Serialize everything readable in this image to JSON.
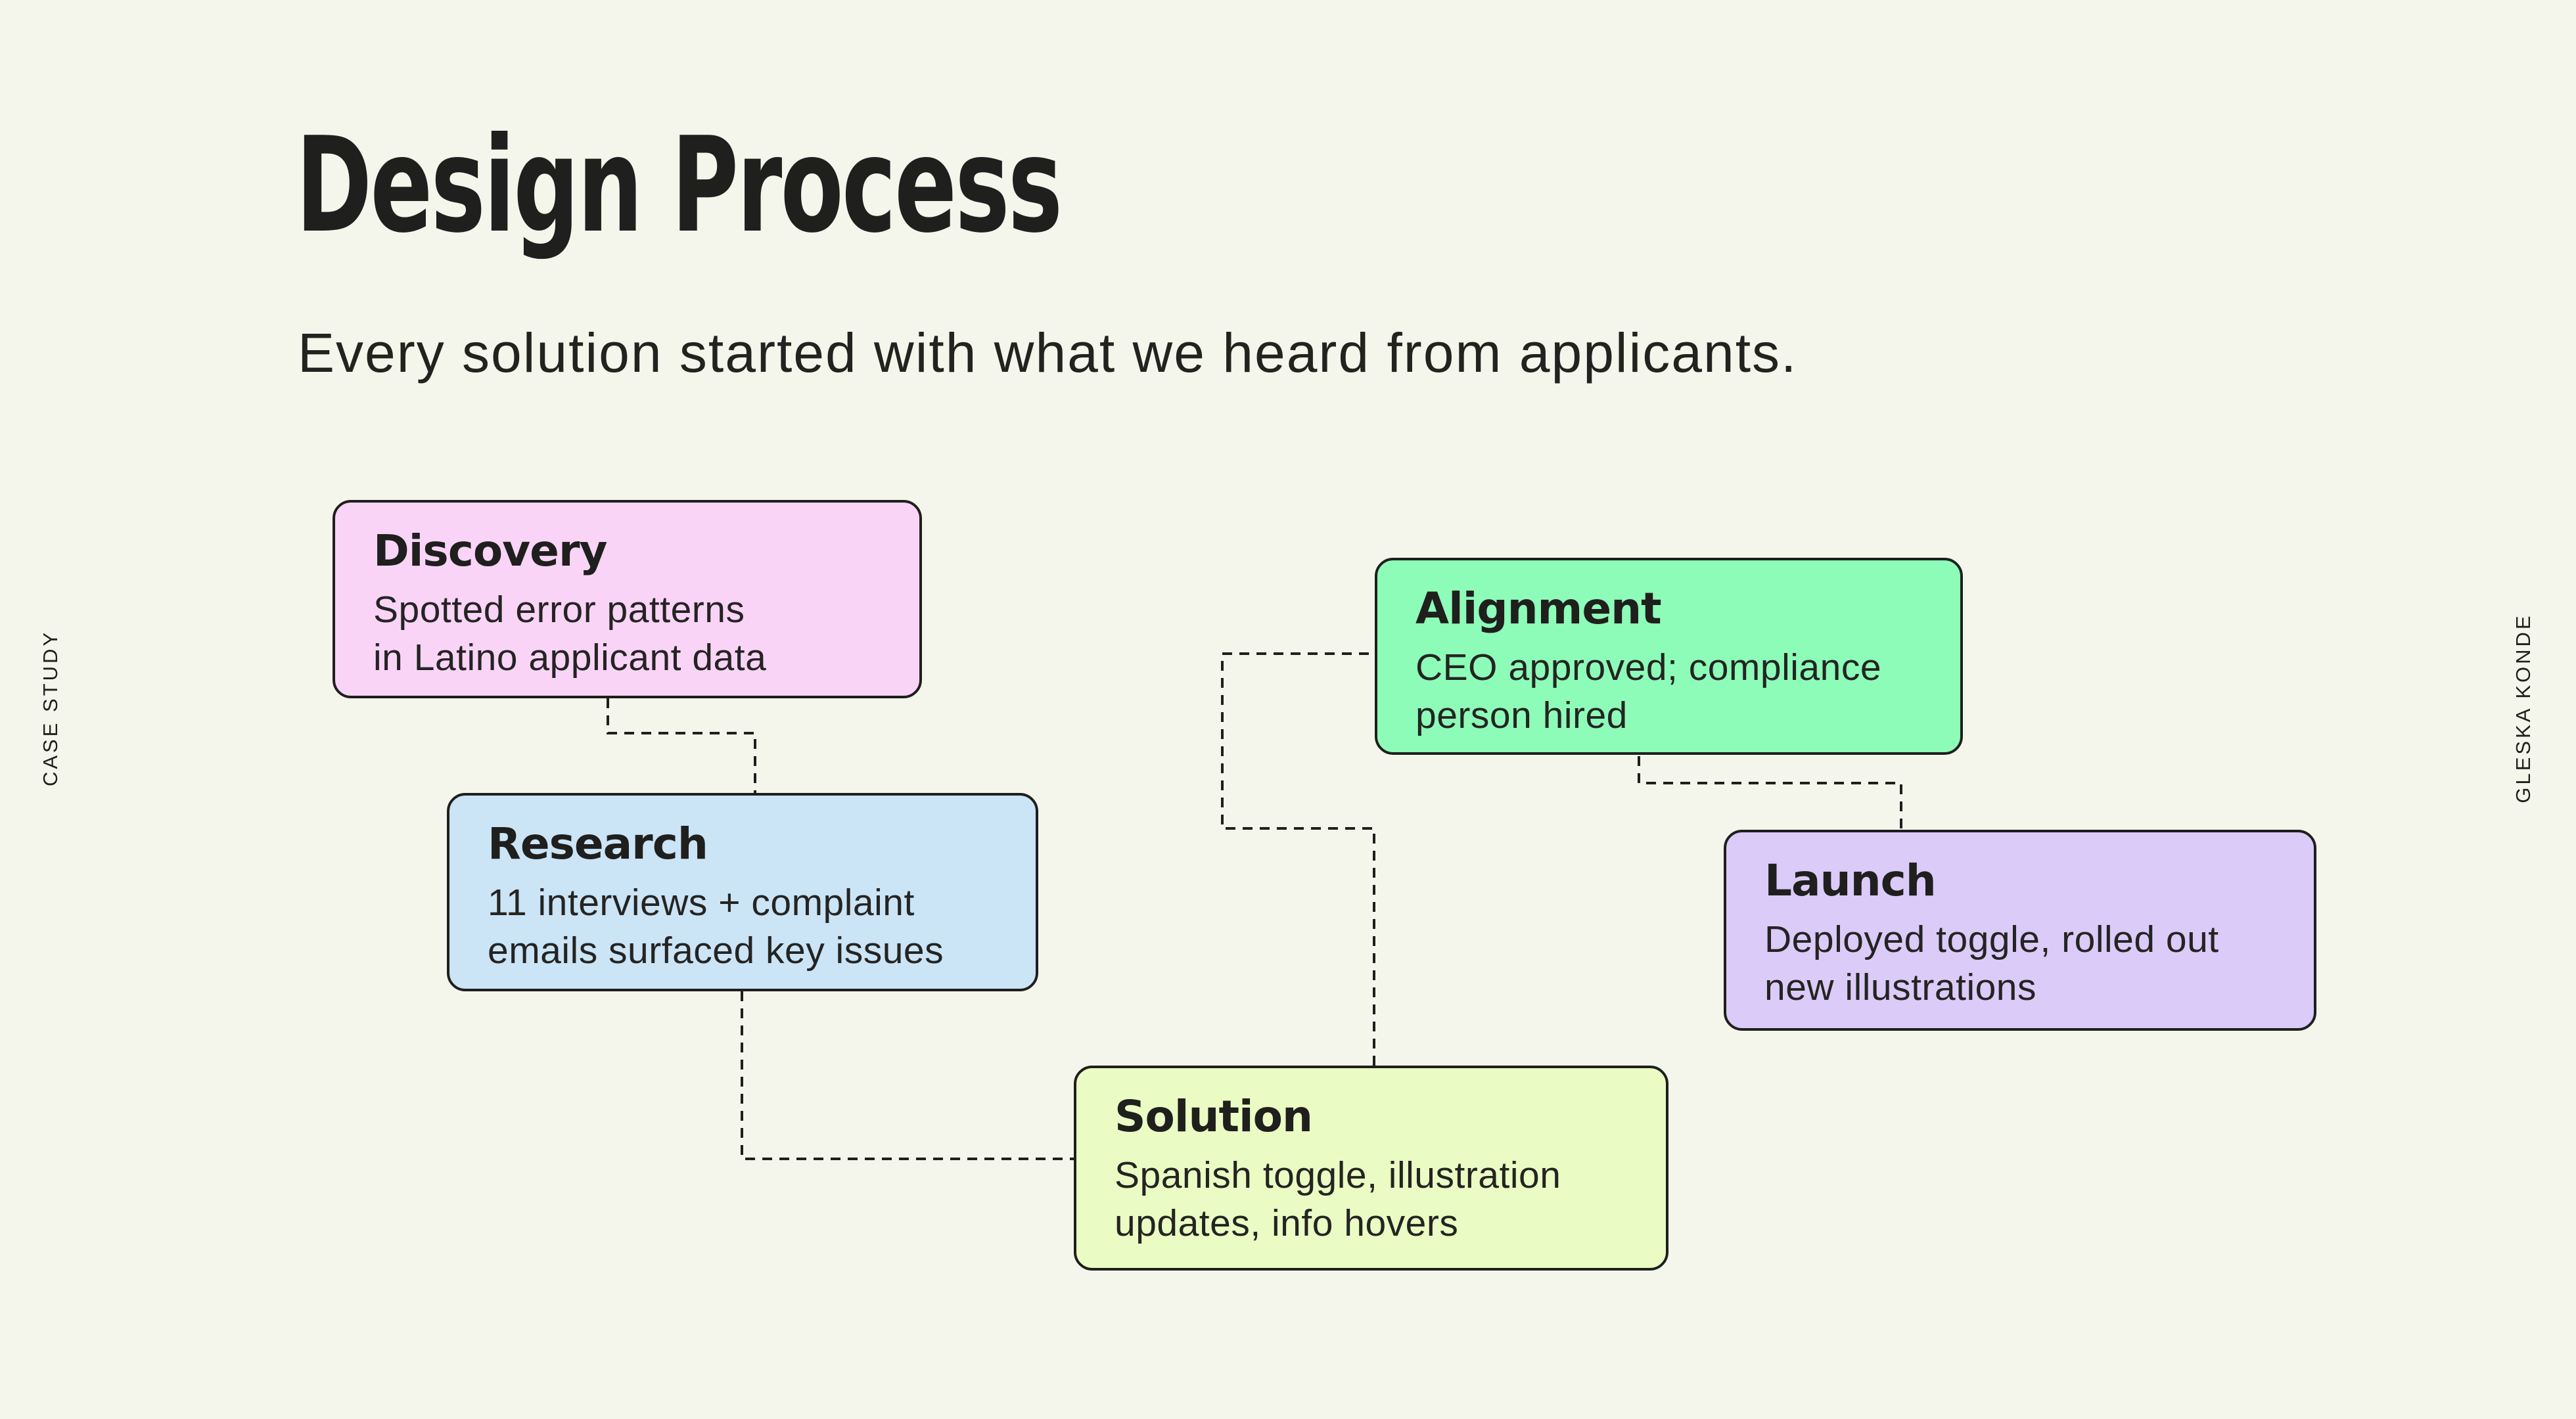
{
  "slide": {
    "title": "Design Process",
    "subtitle": "Every solution started with what we heard from applicants.",
    "side_label_left": "CASE STUDY",
    "side_label_right": "GLESKA KONDE"
  },
  "colors": {
    "background": "#f4f5eb",
    "ink": "#1f1f1e"
  },
  "steps": [
    {
      "title": "Discovery",
      "description": "Spotted error patterns\nin Latino applicant data",
      "fill": "#f9d4f7"
    },
    {
      "title": "Research",
      "description": "11 interviews + complaint\nemails surfaced key issues",
      "fill": "#cbe4f6"
    },
    {
      "title": "Solution",
      "description": "Spanish toggle, illustration\nupdates, info hovers",
      "fill": "#eafcc3"
    },
    {
      "title": "Alignment",
      "description": "CEO approved; compliance\nperson hired",
      "fill": "#8dfcb8"
    },
    {
      "title": "Launch",
      "description": "Deployed toggle, rolled out\nnew illustrations",
      "fill": "#dbcbf9"
    }
  ]
}
